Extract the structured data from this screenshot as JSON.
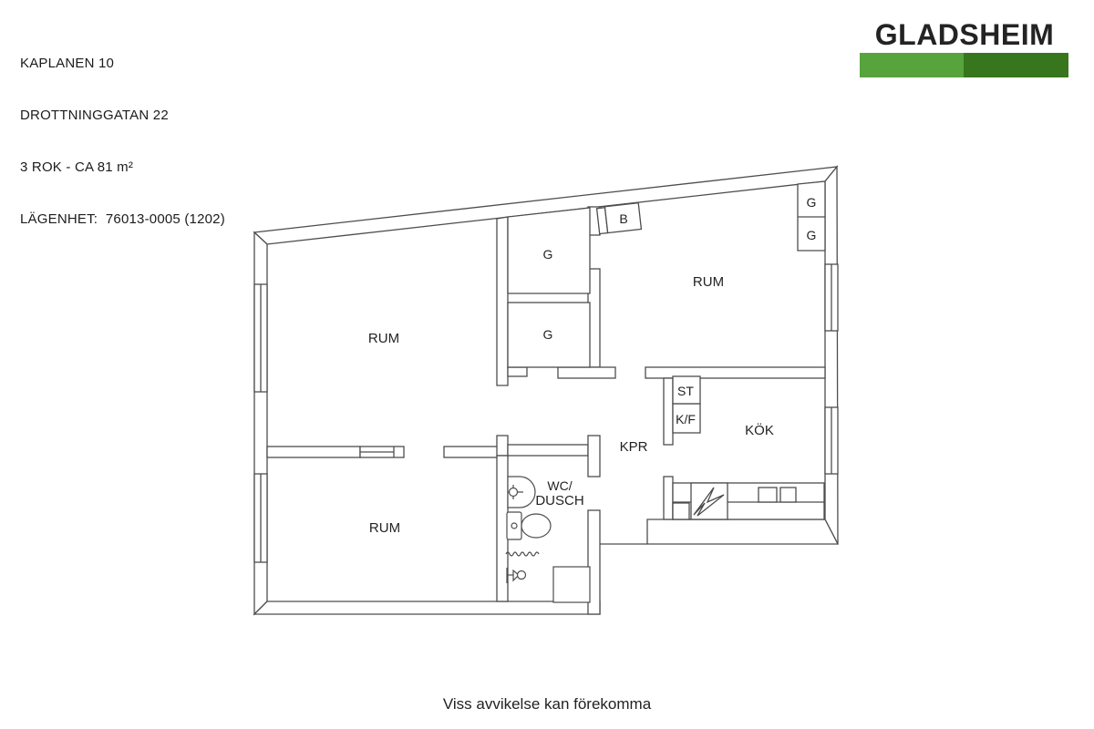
{
  "header": {
    "line1": "KAPLANEN 10",
    "line2": "DROTTNINGGATAN 22",
    "line3": "3 ROK - CA 81 m²",
    "line4": "LÄGENHET:  76013-0005 (1202)"
  },
  "logo": {
    "name": "GLADSHEIM",
    "text_color": "#4a9e3b",
    "bar_left_color": "#57a33c",
    "bar_right_color": "#38761d"
  },
  "plan": {
    "line_color": "#4d4d4d",
    "labels": {
      "rum_upper_left": "RUM",
      "rum_upper_right": "RUM",
      "rum_lower_left": "RUM",
      "kok": "KÖK",
      "kpr": "KPR",
      "wc_line1": "WC/",
      "wc_line2": "DUSCH",
      "st": "ST",
      "kf": "K/F",
      "b": "B",
      "g_mid_upper": "G",
      "g_mid_lower": "G",
      "g_ne_upper": "G",
      "g_ne_lower": "G"
    }
  },
  "footer": {
    "disclaimer": "Viss avvikelse kan förekomma"
  }
}
